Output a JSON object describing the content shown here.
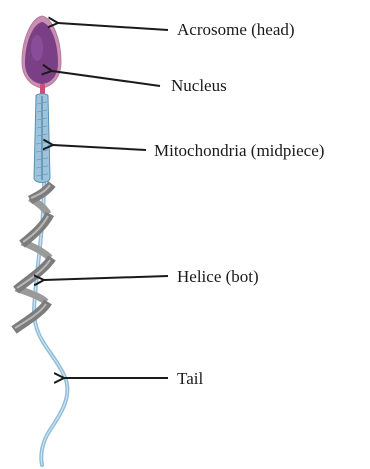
{
  "labels": {
    "acrosome": "Acrosome (head)",
    "nucleus": "Nucleus",
    "mitochondria": "Mitochondria (midpiece)",
    "helice": "Helice (bot)",
    "tail": "Tail"
  },
  "colors": {
    "acrosome_outline": "#c98fb0",
    "nucleus_fill": "#7b3f86",
    "neck": "#d04a78",
    "midpiece_fill": "#9cc4dc",
    "midpiece_stroke": "#5a8fb0",
    "tail": "#8fbcd6",
    "helix": "#808080",
    "helix_light": "#b0b0b0",
    "arrow": "#1a1a1a",
    "text": "#1a1a1a"
  }
}
